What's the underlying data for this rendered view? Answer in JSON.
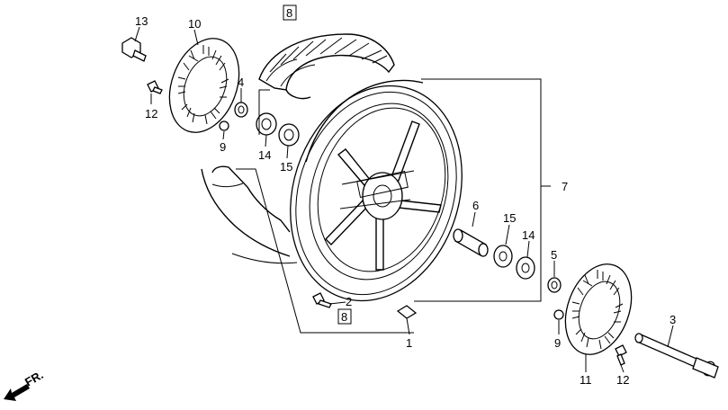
{
  "labels": {
    "p1": "1",
    "p2": "2",
    "p3": "3",
    "p4": "4",
    "p5": "5",
    "p6": "6",
    "p7": "7",
    "p8_top": "8",
    "p8_bottom": "8",
    "p9_left": "9",
    "p9_right": "9",
    "p10": "10",
    "p11": "11",
    "p12_left": "12",
    "p12_right": "12",
    "p13": "13",
    "p14_left": "14",
    "p14_right": "14",
    "p15_left": "15",
    "p15_right": "15"
  },
  "direction_marker": "FR."
}
